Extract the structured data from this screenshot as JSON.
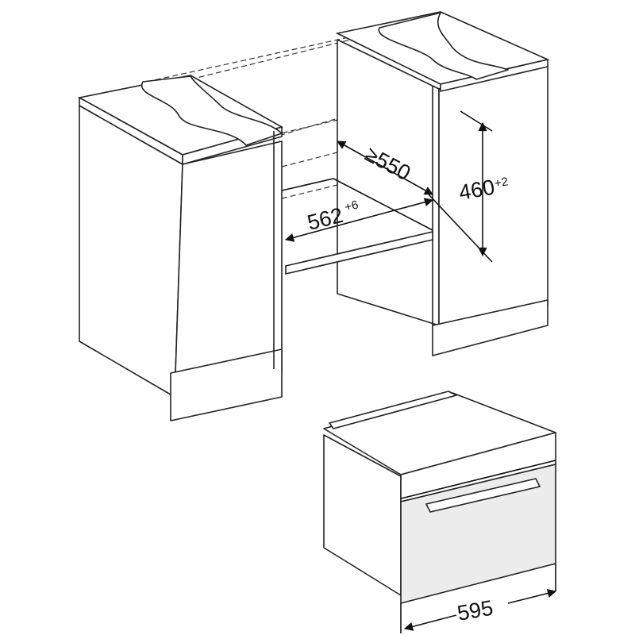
{
  "dimensions": {
    "depth": "≥550",
    "width_main": "562",
    "width_tol": "+6",
    "height_main": "460",
    "height_tol": "+2",
    "appliance_width": "595"
  }
}
